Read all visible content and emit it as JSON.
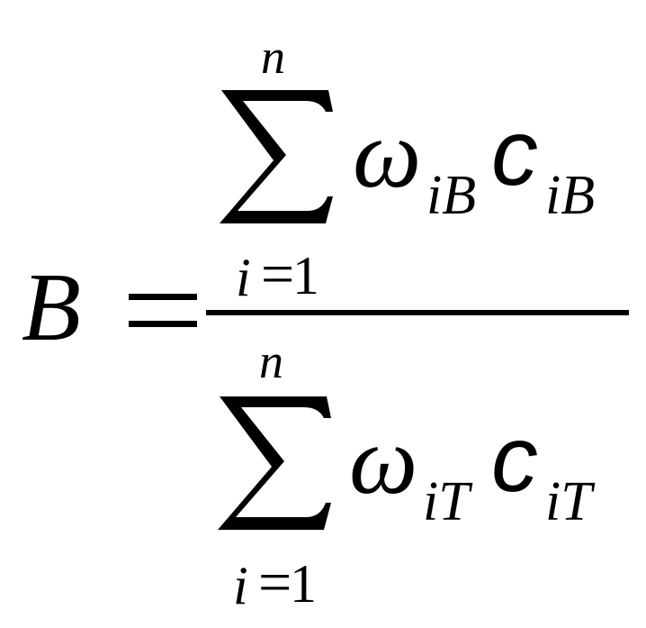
{
  "formula": {
    "lhs": "B",
    "equals": "=",
    "numerator": {
      "sum_upper": "n",
      "sum_lower_index": "i",
      "sum_lower_eq": "=",
      "sum_lower_value": "1",
      "weight": "ω",
      "weight_sub": "iB",
      "value": "c",
      "value_sub": "iB"
    },
    "denominator": {
      "sum_upper": "n",
      "sum_lower_index": "i",
      "sum_lower_eq": "=",
      "sum_lower_value": "1",
      "weight": "ω",
      "weight_sub": "iT",
      "value": "c",
      "value_sub": "iT"
    }
  }
}
